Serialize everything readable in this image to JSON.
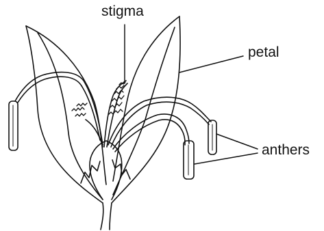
{
  "diagram": {
    "labels": {
      "stigma": "stigma",
      "petal": "petal",
      "anthers": "anthers"
    },
    "colors": {
      "ink": "#111111",
      "background": "#ffffff"
    }
  }
}
